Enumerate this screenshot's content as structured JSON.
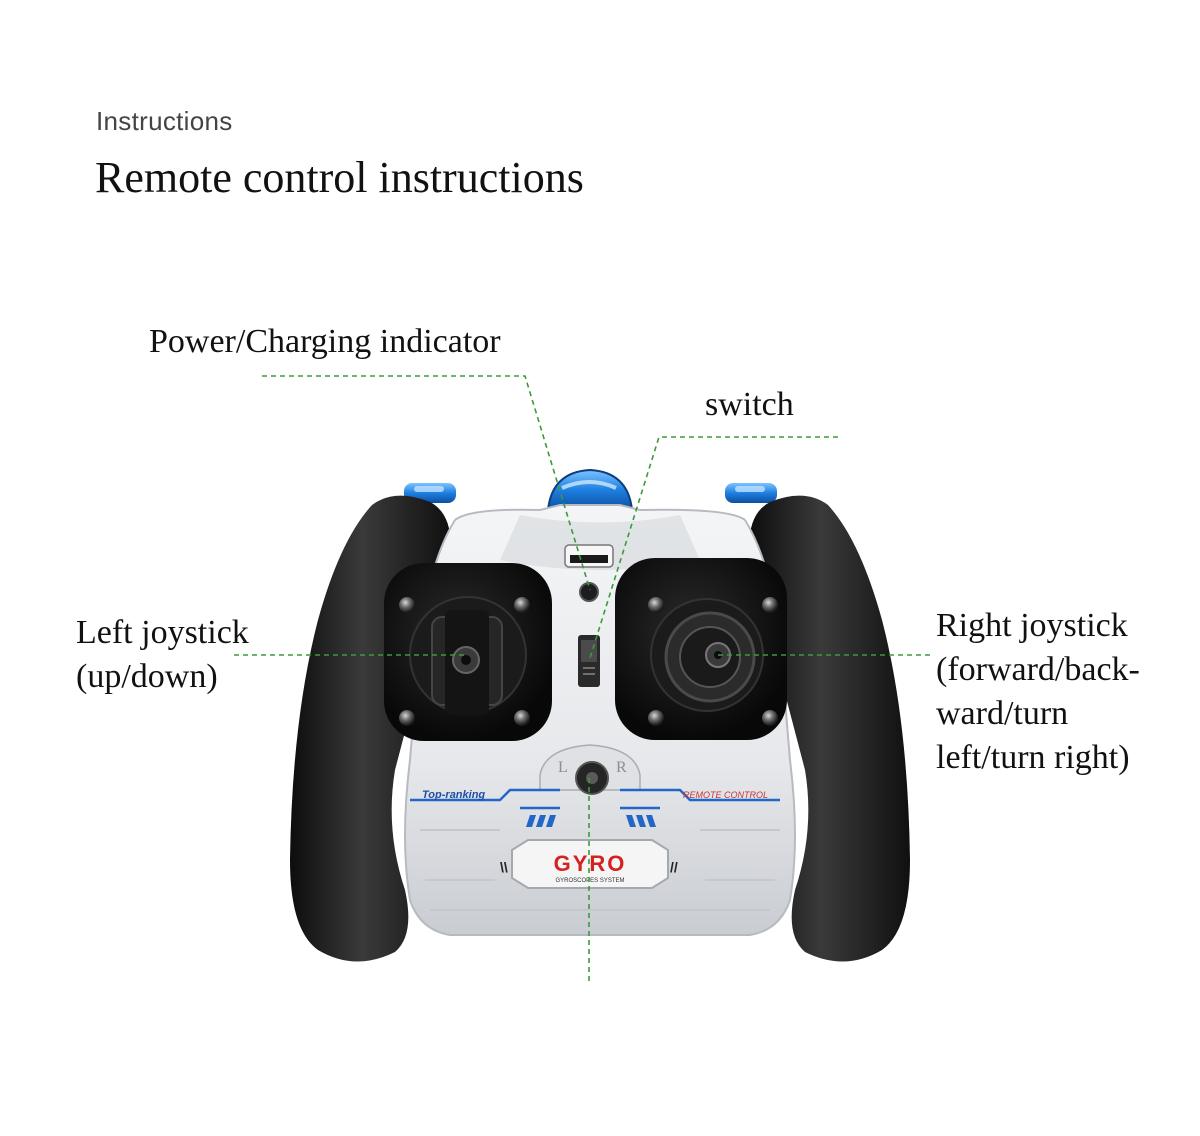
{
  "header": {
    "eyebrow": "Instructions",
    "title": "Remote control instructions"
  },
  "callouts": {
    "power_indicator": "Power/Charging indicator",
    "switch": "switch",
    "left_joystick": [
      "Left joystick",
      "(up/down)"
    ],
    "right_joystick": [
      "Right joystick",
      "(forward/back-",
      "ward/turn",
      "left/turn right)"
    ]
  },
  "remote_markings": {
    "top_left_text": "Top-ranking",
    "top_right_text": "REMOTE  CONTROL",
    "badge_main": "GYRO",
    "badge_sub": "GYROSCOPES SYSTEM",
    "trim_left": "L",
    "trim_right": "R"
  },
  "colors": {
    "leader_line": "#3c9a3c",
    "grip": "#1c1c1c",
    "body": "#e9ebee",
    "accent_blue": "#1f6fd1",
    "badge_red": "#d32222"
  }
}
